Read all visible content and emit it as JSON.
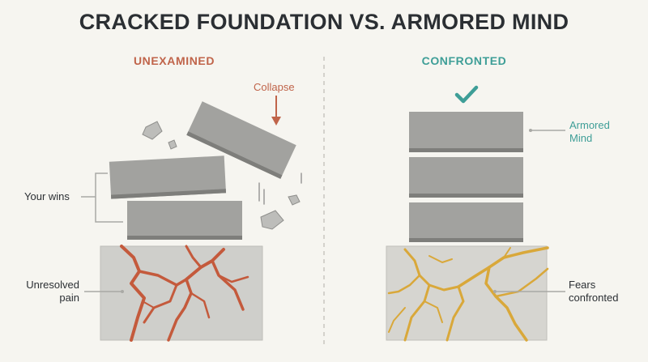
{
  "title": "CRACKED FOUNDATION VS. ARMORED MIND",
  "left_panel": {
    "heading": "UNEXAMINED",
    "collapse_label": "Collapse",
    "wins_label": "Your wins",
    "pain_label_line1": "Unresolved",
    "pain_label_line2": "pain"
  },
  "right_panel": {
    "heading": "CONFRONTED",
    "armored_label_line1": "Armored",
    "armored_label_line2": "Mind",
    "fears_label_line1": "Fears",
    "fears_label_line2": "confronted"
  },
  "colors": {
    "left_accent": "#c0644a",
    "right_accent": "#3e9e97",
    "crack_red": "#c45a3c",
    "crack_gold": "#d9a83a",
    "block_gray": "#9e9e9b",
    "foundation_gray": "#cfcfcb"
  },
  "icons": [
    "checkmark-icon",
    "arrow-down-icon"
  ]
}
